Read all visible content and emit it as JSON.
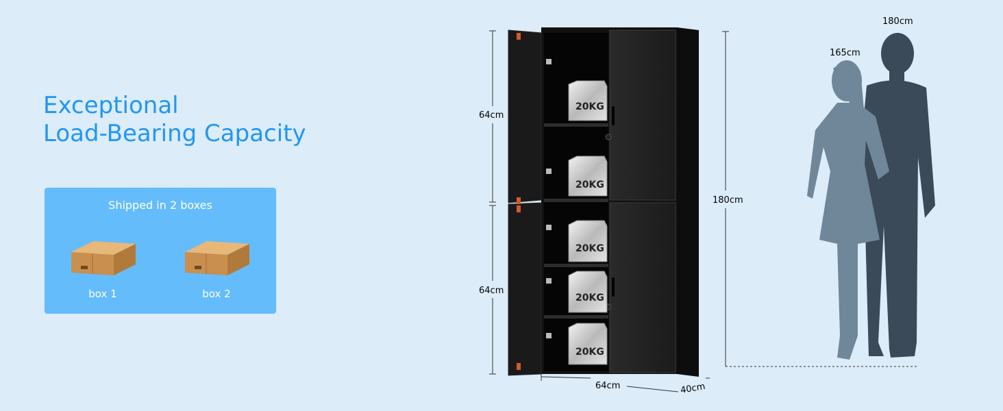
{
  "headline": {
    "line1": "Exceptional",
    "line2": "Load-Bearing Capacity"
  },
  "shipping": {
    "title": "Shipped in 2 boxes",
    "boxes": [
      {
        "label": "box 1"
      },
      {
        "label": "box 2"
      }
    ]
  },
  "cabinet": {
    "upper_height": "64cm",
    "lower_height": "64cm",
    "total_height": "180cm",
    "width": "64cm",
    "depth": "40cm",
    "weights": [
      "20KG",
      "20KG",
      "20KG",
      "20KG",
      "20KG"
    ]
  },
  "figures": {
    "woman_height": "165cm",
    "man_height": "180cm"
  },
  "colors": {
    "accent": "#2196f3",
    "card": "#64bcfb",
    "background": "#dcecf8"
  }
}
